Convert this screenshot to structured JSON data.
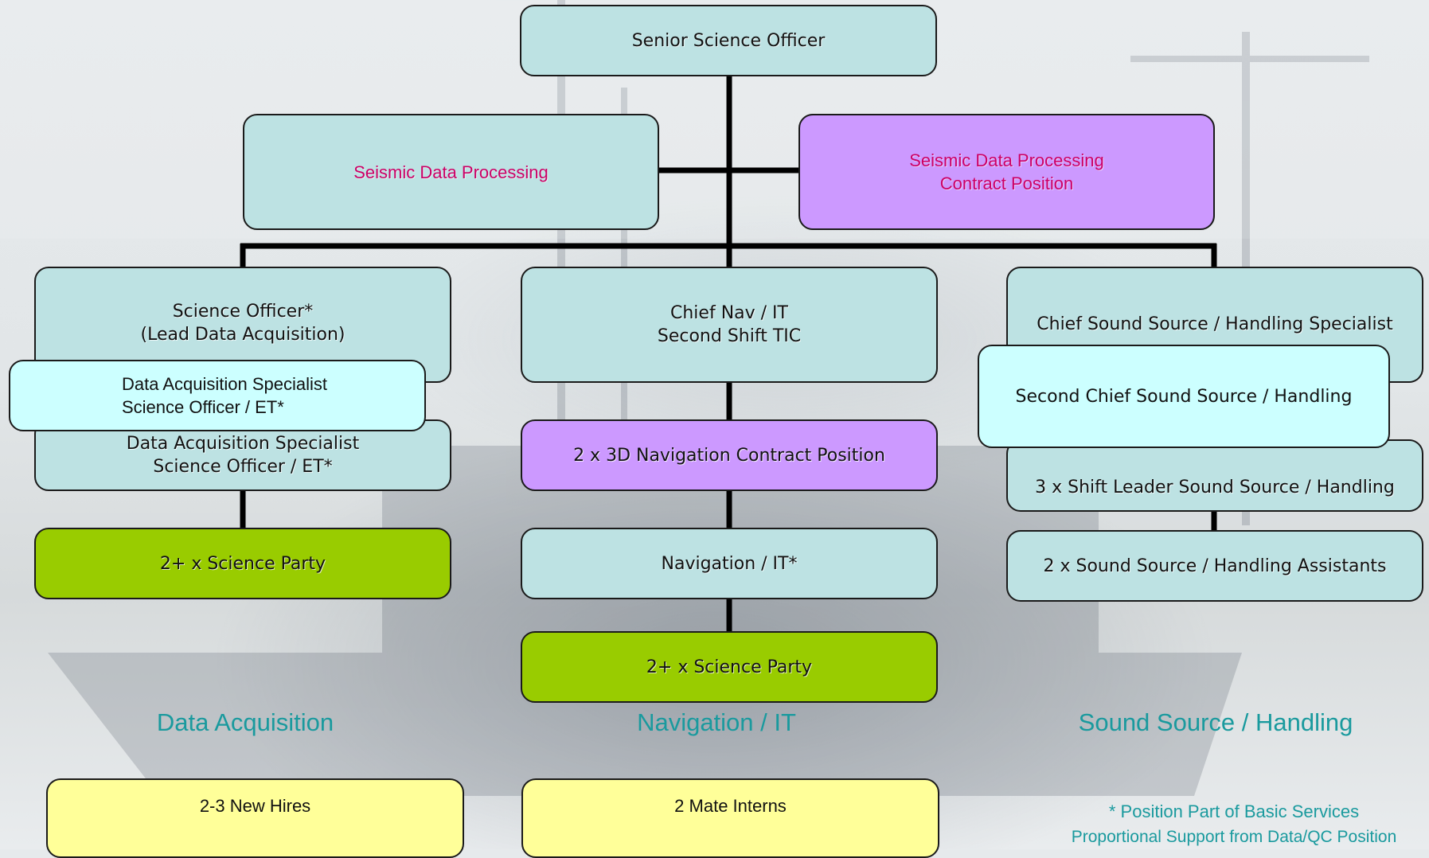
{
  "top": {
    "senior": "Senior Science Officer"
  },
  "processing": {
    "left_label": "Seismic Data Processing",
    "right_line1": "Seismic Data Processing",
    "right_line2": "Contract Position"
  },
  "data_acquisition": {
    "officer_line1": "Science Officer*",
    "officer_line2": "(Lead Data Acquisition)",
    "specialist_front_line1": "Data Acquisition Specialist",
    "specialist_front_line2": "Science Officer / ET*",
    "specialist_back_line1": "Data Acquisition Specialist",
    "specialist_back_line2": "Science Officer / ET*",
    "science_party": "2+ x Science Party",
    "section_title": "Data Acquisition",
    "hires": "2-3 New Hires"
  },
  "navigation": {
    "chief_line1": "Chief Nav / IT",
    "chief_line2": "Second Shift TIC",
    "contract": "2 x 3D Navigation Contract Position",
    "nav_it": "Navigation / IT*",
    "science_party": "2+ x Science Party",
    "section_title": "Navigation / IT",
    "interns": "2 Mate Interns"
  },
  "sound_source": {
    "chief": "Chief Sound Source / Handling Specialist",
    "second_chief": "Second Chief Sound Source / Handling",
    "shift_leader": "3 x Shift Leader Sound Source / Handling",
    "assistants": "2 x Sound Source / Handling Assistants",
    "section_title": "Sound Source / Handling"
  },
  "footnote": {
    "line1": "* Position Part of Basic Services",
    "line2": "Proportional Support from Data/QC Position"
  },
  "colors": {
    "teal": "#bde2e3",
    "purple": "#cc99ff",
    "green": "#99cc00",
    "light_cyan": "#ccffff",
    "yellow": "#ffff99",
    "magenta_text": "#cc0066",
    "section_text": "#1a9a9e"
  }
}
